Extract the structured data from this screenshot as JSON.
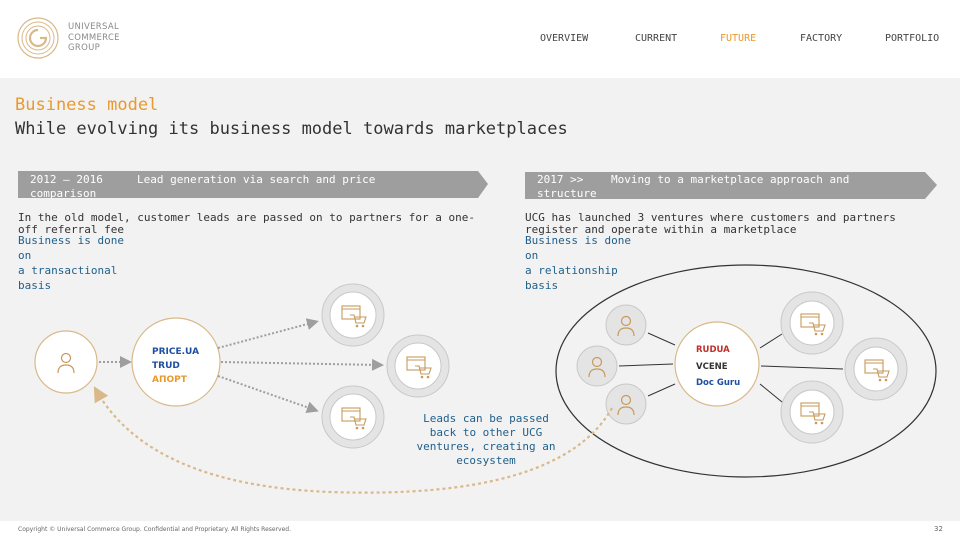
{
  "logo": {
    "line1": "UNIVERSAL",
    "line2": "COMMERCE",
    "line3": "GROUP"
  },
  "nav": [
    {
      "label": "OVERVIEW",
      "active": false
    },
    {
      "label": "CURRENT",
      "active": false
    },
    {
      "label": "FUTURE",
      "active": true
    },
    {
      "label": "FACTORY",
      "active": false
    },
    {
      "label": "PORTFOLIO",
      "active": false
    }
  ],
  "title": {
    "line1": "Business model",
    "line2": "While evolving its business model towards marketplaces"
  },
  "left": {
    "banner_years": "2012 – 2016",
    "banner_text_line1": "Lead generation via search and price",
    "banner_text_line2": "comparison",
    "desc": "In the old model, customer leads are passed on to partners for a one-off referral fee",
    "basis_line1": "Business is done",
    "basis_line2": "on",
    "basis_line3": "a transactional",
    "basis_line4": "basis",
    "brands": [
      "PRICE.UA",
      "TRUD",
      "ΑΠΟΡΤ"
    ]
  },
  "right": {
    "banner_years": "2017 >>",
    "banner_text_line1": "Moving to a marketplace approach and",
    "banner_text_line2": "structure",
    "desc": "UCG has launched 3 ventures where customers and partners register and operate within a marketplace",
    "basis_line1": "Business is done",
    "basis_line2": "on",
    "basis_line3": "a relationship",
    "basis_line4": "basis",
    "brands": [
      "RUDUA",
      "VCENE",
      "Doc Guru"
    ]
  },
  "ecosystem_note": {
    "line1": "Leads can be passed",
    "line2": "back to other UCG",
    "line3": "ventures, creating an",
    "line4": "ecosystem"
  },
  "footer": {
    "copyright": "Copyright © Universal Commerce Group. Confidential and Proprietary. All Rights Reserved.",
    "page": "32"
  },
  "colors": {
    "accent": "#e89a2e",
    "blue": "#1f5f8b",
    "banner": "#9e9e9e",
    "circle": "#c8c8c8"
  }
}
